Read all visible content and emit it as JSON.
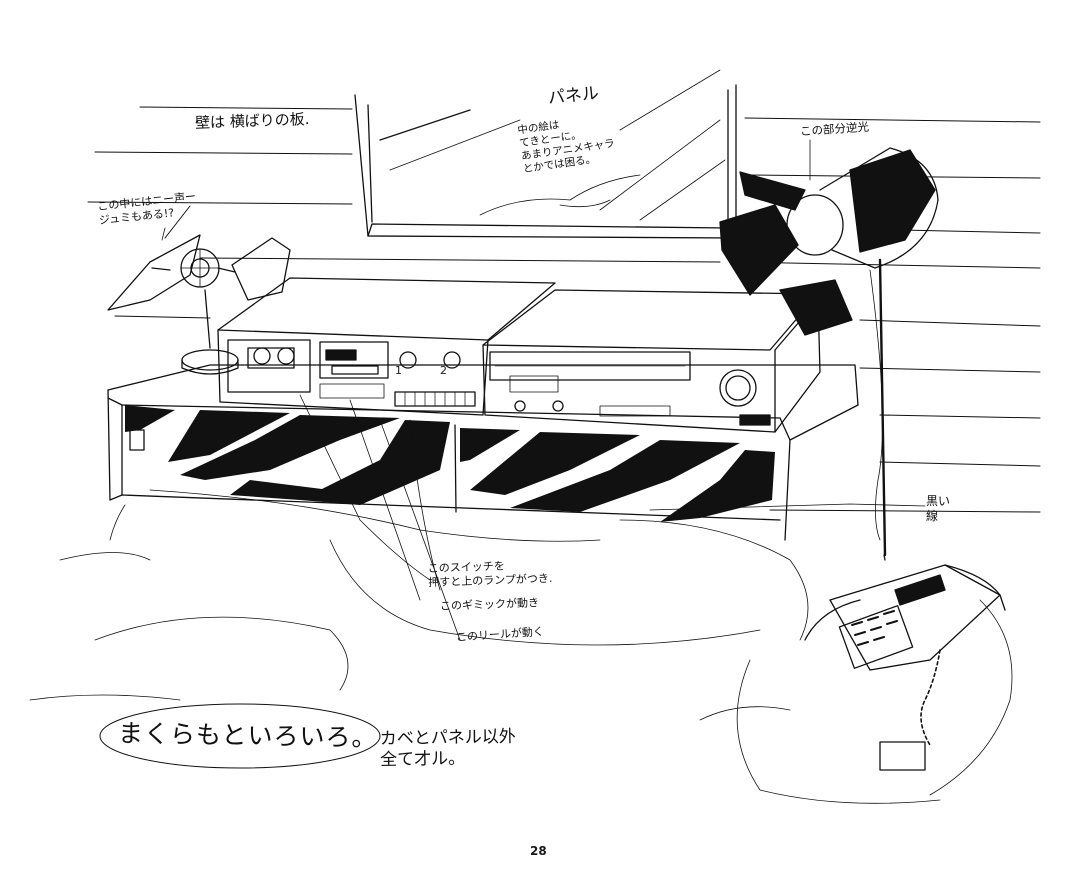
{
  "notes": {
    "wall": "壁は 横ばりの板.",
    "tie_fighter": "この中にはニー声ー\nジュミもある!?",
    "panel_title": "パネル",
    "panel_body": "中の絵は\nてきとーに。\nあまりアニメキャラ\nとかでは困る。",
    "light": "この部分逆光",
    "black": "黒い\n線",
    "switch": "このスイッチを\n押すと上のランプがつき.",
    "gimmick": "このギミックが動き",
    "reel": "このリールが動く",
    "pillow": "まくらもといろいろ。",
    "walls_panels": "カベとパネル以外\n全て才ル。"
  },
  "page_number": "28",
  "stereo": {
    "deck_labels": [
      "1",
      "2"
    ]
  },
  "colors": {
    "ink": "#111111",
    "paper": "#ffffff"
  }
}
